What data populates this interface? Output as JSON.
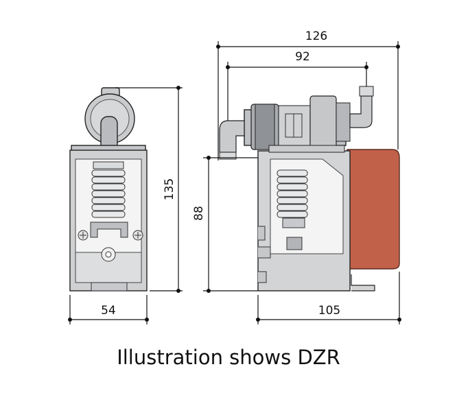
{
  "dimensions": {
    "overall_width": "126",
    "nozzle_span": "92",
    "height_front": "135",
    "base_height": "88",
    "front_width": "54",
    "side_depth": "105"
  },
  "caption": "Illustration shows DZR",
  "colors": {
    "body": "#d7d9db",
    "body_dark": "#a9acaf",
    "bracket": "#c2614a",
    "line": "#111111"
  }
}
